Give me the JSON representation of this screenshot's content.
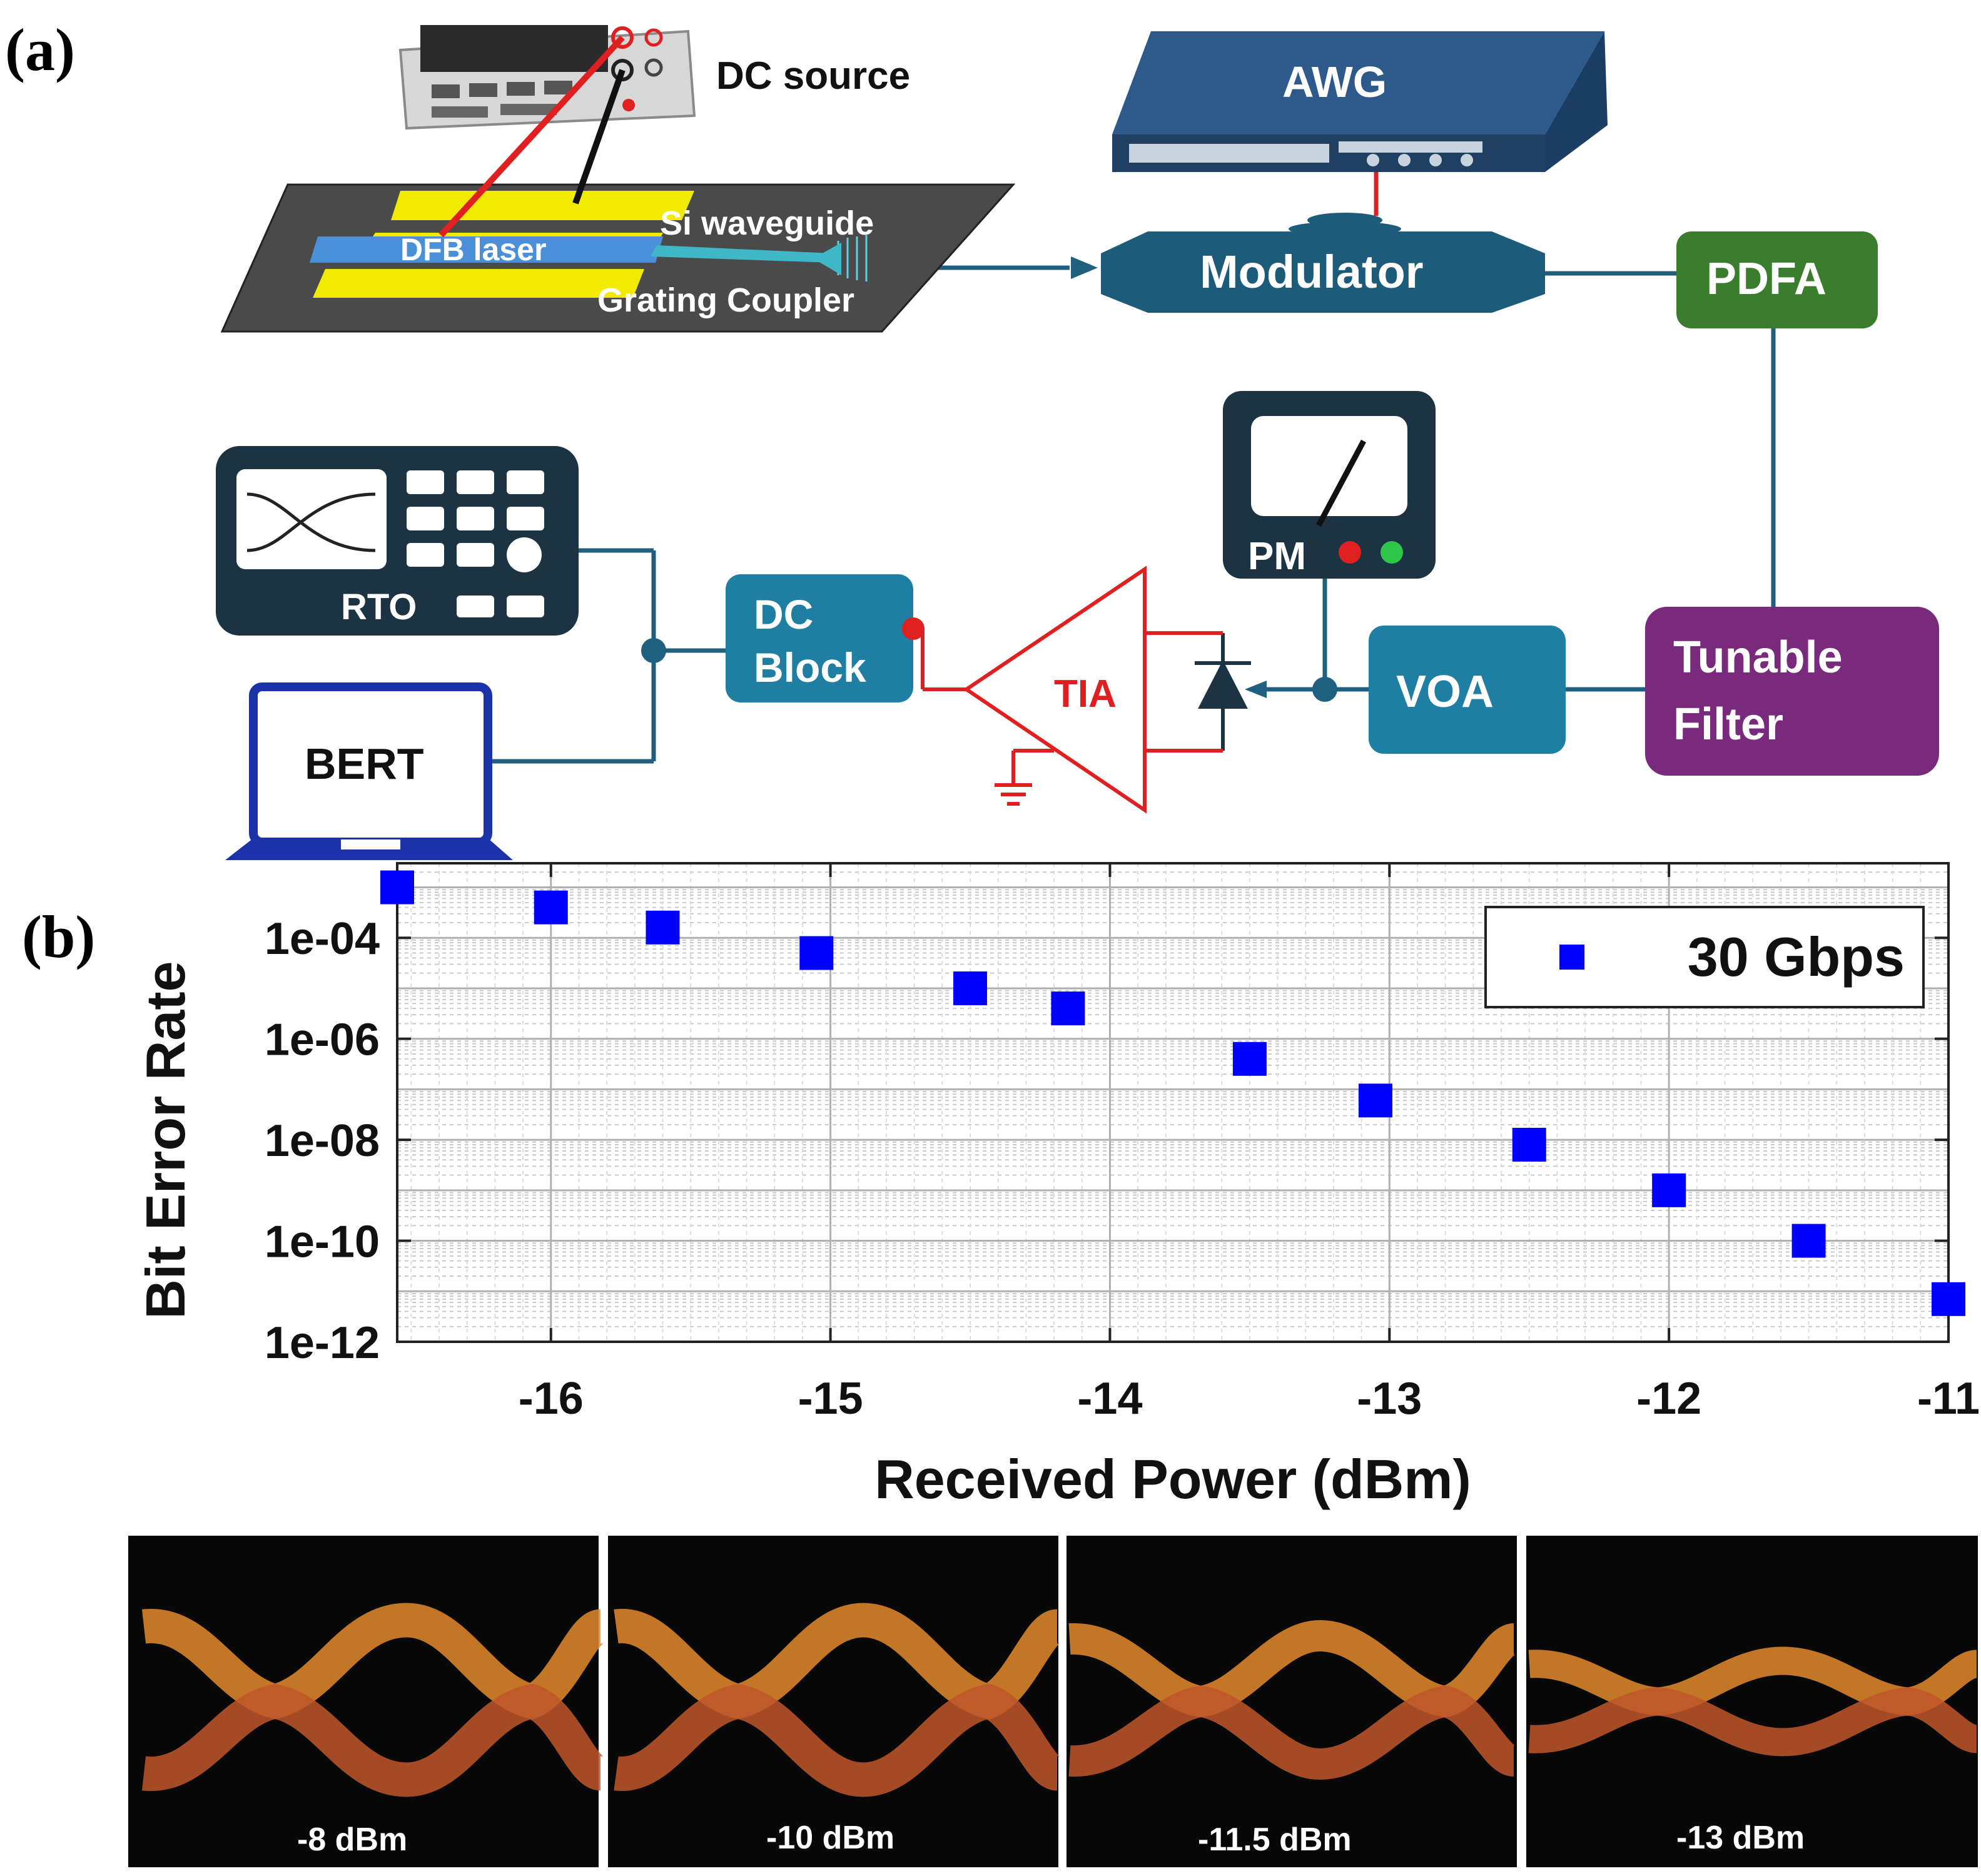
{
  "panel_a": {
    "label": "(a)",
    "dc_source": "DC source",
    "chip": {
      "dfb_laser": "DFB laser",
      "si_waveguide": "Si waveguide",
      "grating_coupler": "Grating Coupler"
    },
    "awg": "AWG",
    "modulator": "Modulator",
    "pdfa": "PDFA",
    "tunable_filter": [
      "Tunable",
      "Filter"
    ],
    "voa": "VOA",
    "pm": "PM",
    "tia": "TIA",
    "dc_block": [
      "DC",
      "Block"
    ],
    "rto": "RTO",
    "bert": "BERT"
  },
  "panel_b": {
    "label": "(b)"
  },
  "colors": {
    "link_line": "#1f5f7f",
    "modulator": "#1c5b79",
    "awg": "#1f3f63",
    "pdfa": "#3a7d2c",
    "tunable_filter": "#7a2a7c",
    "voa": "#1f7fa3",
    "dc_block": "#1f7fa3",
    "instrument": "#1c3343",
    "tia": "#e02020",
    "laptop": "#1c32a8",
    "marker": "#0000ff",
    "waveguide_pad": "#f2ea00",
    "chip": "#4a4a4a"
  },
  "chart_data": {
    "type": "scatter",
    "xlabel": "Received Power (dBm)",
    "ylabel": "Bit Error Rate",
    "xlim": [
      -16.55,
      -11
    ],
    "ylim": [
      1e-12,
      0.003
    ],
    "y_scale": "log",
    "grid": true,
    "legend_position": "top-right",
    "x_ticks": [
      -16,
      -15,
      -14,
      -13,
      -12,
      -11
    ],
    "x_tick_labels": [
      "-16",
      "-15",
      "-14",
      "-13",
      "-12",
      "-11"
    ],
    "y_ticks": [
      1e-12,
      1e-10,
      1e-08,
      1e-06,
      0.0001
    ],
    "y_tick_labels": [
      "1e-12",
      "1e-10",
      "1e-08",
      "1e-06",
      "1e-04"
    ],
    "series": [
      {
        "name": "30 Gbps",
        "marker": "square",
        "color": "#0000ff",
        "x": [
          -16.55,
          -16.0,
          -15.6,
          -15.05,
          -14.5,
          -14.15,
          -13.5,
          -13.05,
          -12.5,
          -12.0,
          -11.5,
          -11.0
        ],
        "y": [
          0.001,
          0.0004,
          0.00016,
          5e-05,
          1e-05,
          4e-06,
          4e-07,
          6e-08,
          8e-09,
          1e-09,
          1e-10,
          7e-12
        ]
      }
    ]
  },
  "eye_diagrams": [
    {
      "label": "-8 dBm"
    },
    {
      "label": "-10 dBm"
    },
    {
      "label": "-11.5 dBm"
    },
    {
      "label": "-13 dBm"
    }
  ]
}
